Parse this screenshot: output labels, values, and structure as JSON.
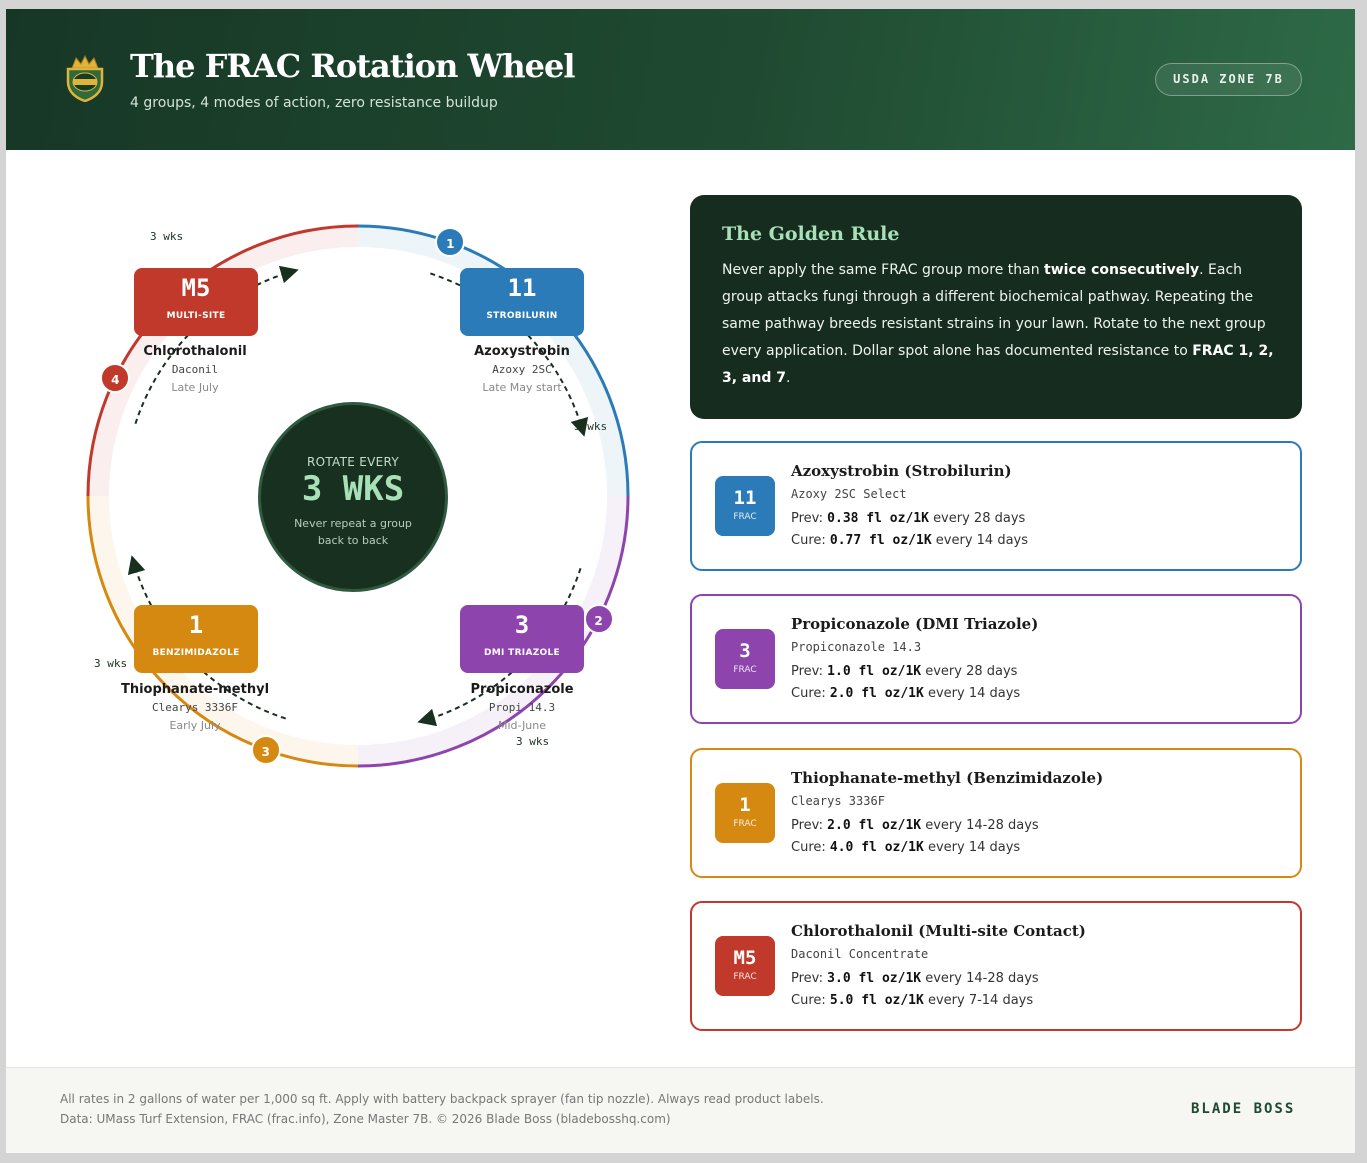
{
  "header": {
    "title": "The FRAC Rotation Wheel",
    "subtitle": "4 groups, 4 modes of action, zero resistance buildup",
    "zone_badge": "USDA ZONE 7B",
    "logo_icon": "crown-shield-icon"
  },
  "wheel": {
    "center": {
      "top": "ROTATE EVERY",
      "big": "3 WKS",
      "bottom": "Never repeat a group back to back"
    },
    "steps": [
      {
        "order": "1",
        "frac": "11",
        "class": "STROBILURIN",
        "chemical": "Azoxystrobin",
        "product": "Azoxy 2SC",
        "timing": "Late May start",
        "color": "#2a7bb8"
      },
      {
        "order": "2",
        "frac": "3",
        "class": "DMI TRIAZOLE",
        "chemical": "Propiconazole",
        "product": "Propi 14.3",
        "timing": "Mid-June",
        "color": "#8e44ad"
      },
      {
        "order": "3",
        "frac": "1",
        "class": "BENZIMIDAZOLE",
        "chemical": "Thiophanate-methyl",
        "product": "Clearys 3336F",
        "timing": "Early July",
        "color": "#d68910"
      },
      {
        "order": "4",
        "frac": "M5",
        "class": "MULTI-SITE",
        "chemical": "Chlorothalonil",
        "product": "Daconil",
        "timing": "Late July",
        "color": "#c0392b"
      }
    ],
    "interval_labels": [
      "3 wks",
      "3 wks",
      "3 wks",
      "3 wks"
    ]
  },
  "golden_rule": {
    "title": "The Golden Rule",
    "text_1": "Never apply the same FRAC group more than ",
    "bold_1": "twice consecutively",
    "text_2": ". Each group attacks fungi through a different biochemical pathway. Repeating the same pathway breeds resistant strains in your lawn. Rotate to the next group every application. Dollar spot alone has documented resistance to ",
    "bold_2": "FRAC 1, 2, 3, and 7",
    "text_3": "."
  },
  "products": [
    {
      "frac": "11",
      "chip_label": "FRAC",
      "title": "Azoxystrobin (Strobilurin)",
      "product": "Azoxy 2SC Select",
      "prev_label": "Prev:",
      "prev_rate": "0.38 fl oz/1K",
      "prev_interval": "every 28 days",
      "cure_label": "Cure:",
      "cure_rate": "0.77 fl oz/1K",
      "cure_interval": "every 14 days",
      "color": "#2a7bb8"
    },
    {
      "frac": "3",
      "chip_label": "FRAC",
      "title": "Propiconazole (DMI Triazole)",
      "product": "Propiconazole 14.3",
      "prev_label": "Prev:",
      "prev_rate": "1.0 fl oz/1K",
      "prev_interval": "every 28 days",
      "cure_label": "Cure:",
      "cure_rate": "2.0 fl oz/1K",
      "cure_interval": "every 14 days",
      "color": "#8e44ad"
    },
    {
      "frac": "1",
      "chip_label": "FRAC",
      "title": "Thiophanate-methyl (Benzimidazole)",
      "product": "Clearys 3336F",
      "prev_label": "Prev:",
      "prev_rate": "2.0 fl oz/1K",
      "prev_interval": "every 14-28 days",
      "cure_label": "Cure:",
      "cure_rate": "4.0 fl oz/1K",
      "cure_interval": "every 14 days",
      "color": "#d68910"
    },
    {
      "frac": "M5",
      "chip_label": "FRAC",
      "title": "Chlorothalonil (Multi-site Contact)",
      "product": "Daconil Concentrate",
      "prev_label": "Prev:",
      "prev_rate": "3.0 fl oz/1K",
      "prev_interval": "every 14-28 days",
      "cure_label": "Cure:",
      "cure_rate": "5.0 fl oz/1K",
      "cure_interval": "every 7-14 days",
      "color": "#c0392b"
    }
  ],
  "footer": {
    "line_1": "All rates in 2 gallons of water per 1,000 sq ft. Apply with battery backpack sprayer (fan tip nozzle). Always read product labels.",
    "line_2": "Data: UMass Turf Extension, FRAC (frac.info), Zone Master 7B. © 2026 Blade Boss (bladebosshq.com)",
    "brand": "BLADE BOSS"
  }
}
